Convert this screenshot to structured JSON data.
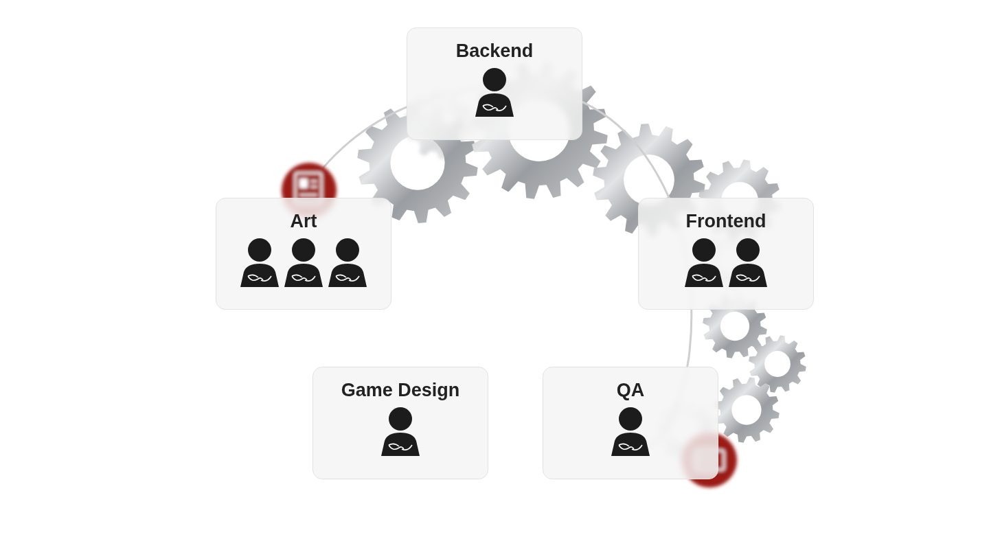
{
  "diagram": {
    "nodes": [
      {
        "text": [
          "Backend"
        ]
      },
      {
        "text": [
          "Art"
        ]
      },
      {
        "text": [
          "Frontend"
        ]
      },
      {
        "text": [
          "Game Design"
        ]
      },
      {
        "text": [
          "QA"
        ]
      }
    ]
  }
}
